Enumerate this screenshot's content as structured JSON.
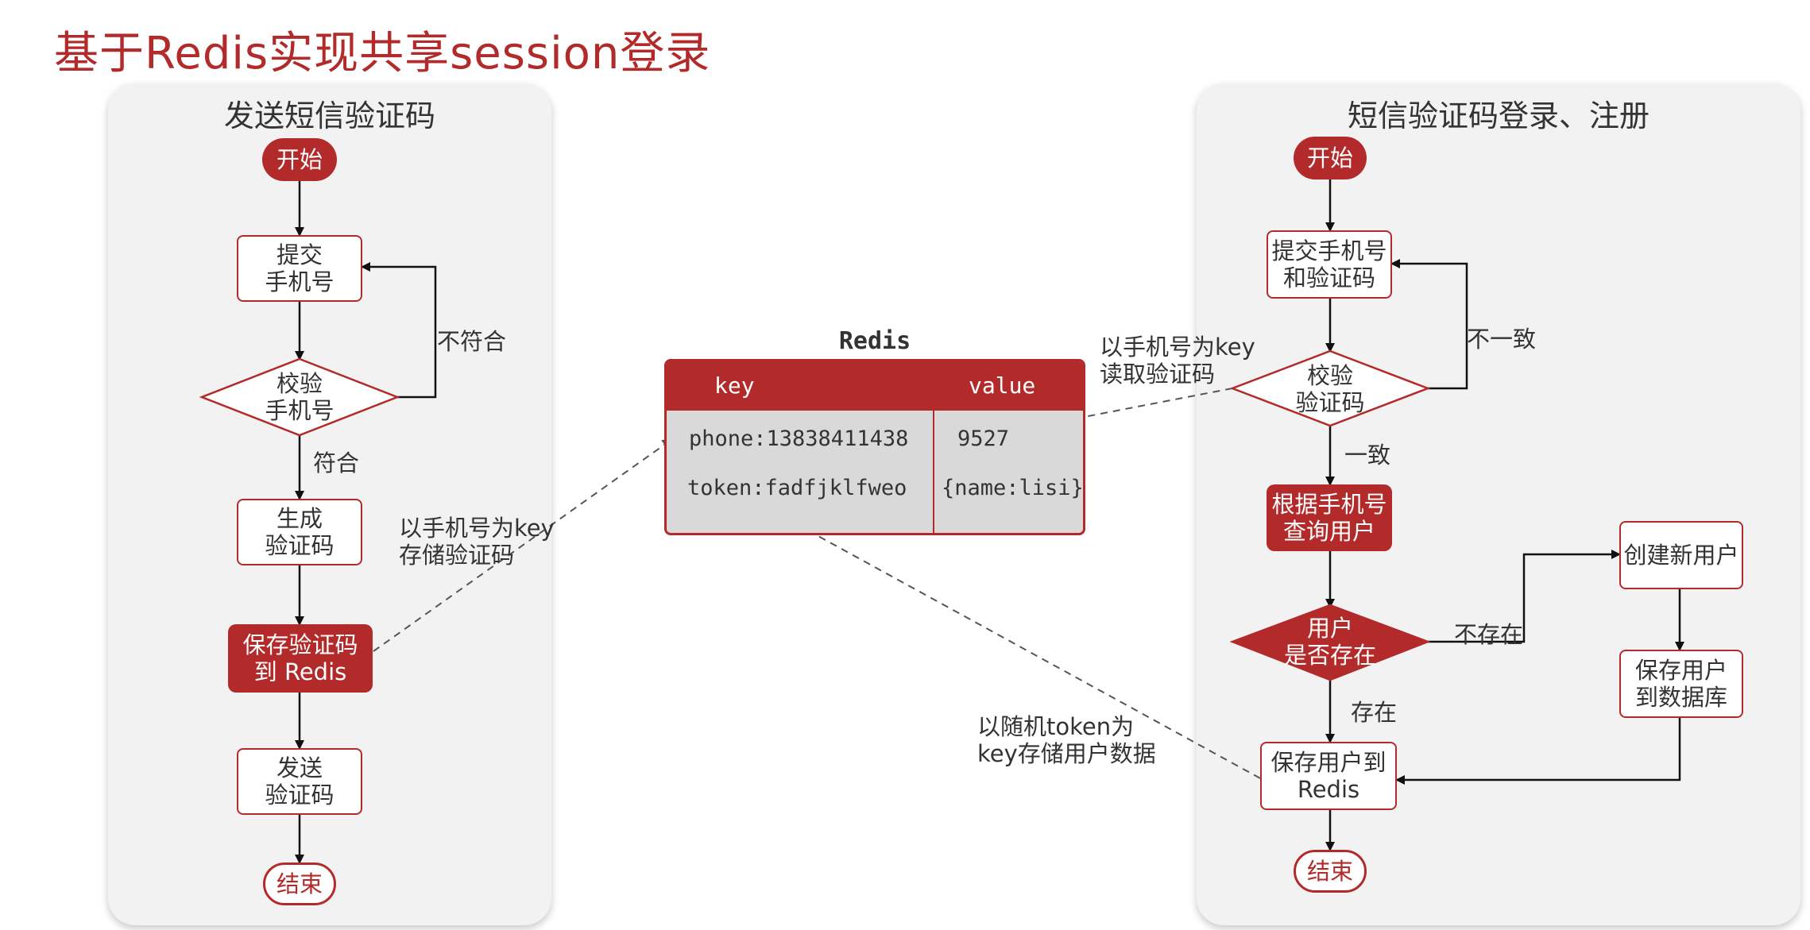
{
  "title": "基于Redis实现共享session登录",
  "left_panel": {
    "title": "发送短信验证码",
    "start": "开始",
    "submit_phone": "提交\n手机号",
    "verify_phone": "校验\n手机号",
    "not_match": "不符合",
    "match": "符合",
    "generate_code": "生成\n验证码",
    "save_code_redis": "保存验证码\n到 Redis",
    "send_code": "发送\n验证码",
    "end": "结束"
  },
  "redis": {
    "title": "Redis",
    "header_key": "key",
    "header_value": "value",
    "rows": [
      {
        "key": "phone:13838411438",
        "value": "9527"
      },
      {
        "key": "token:fadfjklfweo",
        "value": "{name:lisi}"
      }
    ]
  },
  "annotations": {
    "store_code": "以手机号为key\n存储验证码",
    "read_code": "以手机号为key\n读取验证码",
    "store_user": "以随机token为\nkey存储用户数据"
  },
  "right_panel": {
    "title": "短信验证码登录、注册",
    "start": "开始",
    "submit_phone_code": "提交手机号\n和验证码",
    "verify_code": "校验\n验证码",
    "inconsistent": "不一致",
    "consistent": "一致",
    "query_user": "根据手机号\n查询用户",
    "user_exists": "用户\n是否存在",
    "not_exist": "不存在",
    "exist": "存在",
    "create_user": "创建新用户",
    "save_user_db": "保存用户\n到数据库",
    "save_user_redis": "保存用户到\nRedis",
    "end": "结束"
  },
  "colors": {
    "accent": "#b22a2a",
    "panel_bg": "#f2f2f2",
    "table_bg": "#d9d9d9"
  }
}
